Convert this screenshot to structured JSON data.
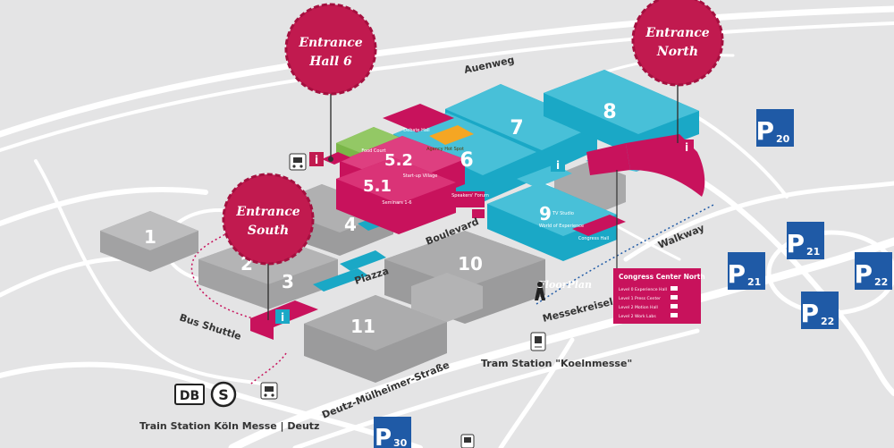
{
  "entrances": {
    "hall6": [
      "Entrance",
      "Hall 6"
    ],
    "north": [
      "Entrance",
      "North"
    ],
    "south": [
      "Entrance",
      "South"
    ]
  },
  "halls": {
    "h1": "1",
    "h2": "2",
    "h3": "3",
    "h4": "4",
    "h5_1": "5.1",
    "h5_2": "5.2",
    "h6": "6",
    "h7": "7",
    "h8": "8",
    "h9": "9",
    "h10": "10",
    "h11": "11"
  },
  "areas": {
    "debate": "Debate Hall",
    "food": "Food Court",
    "agency": "Agency Hot Spot",
    "startup": "Start-up Village",
    "seminars": "Seminars 1-6",
    "speakers": "Speakers' Forum",
    "tv": "TV Studio",
    "world": "World of Experience",
    "congress_hall": "Congress Hall",
    "floorplan": "FloorPlan"
  },
  "streets": {
    "auenweg": "Auenweg",
    "boulevard": "Boulevard",
    "piazza": "Piazza",
    "walkway": "Walkway",
    "messekreisel": "Messekreisel",
    "bus_shuttle": "Bus Shuttle",
    "deutz": "Deutz-Mülheimer-Straße"
  },
  "stations": {
    "tram": "Tram Station \"Koelnmesse\"",
    "train": "Train Station Köln Messe | Deutz",
    "db": "DB",
    "s": "S"
  },
  "info_label": "i",
  "parking": {
    "letter": "P",
    "p20": "20",
    "p21a": "21",
    "p21b": "21",
    "p22a": "22",
    "p22b": "22",
    "p30": "30"
  },
  "congress_center": {
    "title": "Congress Center North",
    "levels": [
      "Level 0 Experience Hall",
      "Level 1 Press Center",
      "Level 2 Motion Hall",
      "Level 2 Work Labs"
    ]
  },
  "colors": {
    "bg": "#e4e4e5",
    "road": "#ffffff",
    "hall_grey": "#9e9e9f",
    "teal": "#1aa8c6",
    "magenta": "#c8125c",
    "crimson": "#c11a4f",
    "green": "#7ab648",
    "orange": "#f5a623",
    "parking": "#1f5aa6"
  }
}
